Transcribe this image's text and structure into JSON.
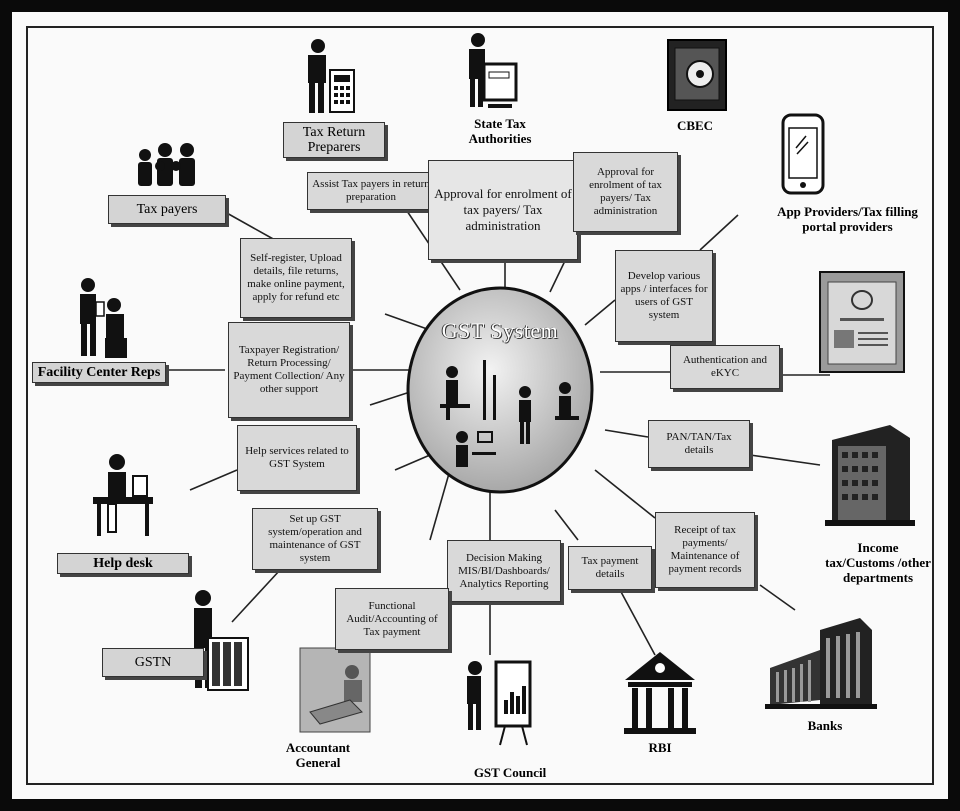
{
  "center": {
    "title": "GST System"
  },
  "stakeholders": {
    "tax_return_preparers": "Tax Return Preparers",
    "state_tax_authorities": "State Tax Authorities",
    "cbec": "CBEC",
    "app_providers": "App Providers/Tax filling portal providers",
    "tax_payers": "Tax payers",
    "facility_center_reps": "Facility Center Reps",
    "help_desk": "Help desk",
    "gstn": "GSTN",
    "accountant_general": "Accountant General",
    "gst_council": "GST Council",
    "rbi": "RBI",
    "banks": "Banks",
    "income_tax": "Income tax/Customs /other departments"
  },
  "flows": {
    "assist_tax_payers": "Assist Tax payers in return preparation",
    "approval_state": "Approval for enrolment of tax payers/ Tax administration",
    "approval_cbec": "Approval for enrolment of tax payers/ Tax administration",
    "self_register": "Self-register, Upload details, file returns, make online payment, apply for refund etc",
    "develop_apps": "Develop various apps / interfaces for users of GST system",
    "authentication": "Authentication and eKYC",
    "taxpayer_registration": "Taxpayer Registration/ Return Processing/ Payment Collection/ Any other support",
    "help_services": "Help services related to GST System",
    "pan_tan": "PAN/TAN/Tax details",
    "set_up_gst": "Set up GST system/operation and maintenance of GST system",
    "decision_making": "Decision Making MIS/BI/Dashboards/ Analytics Reporting",
    "functional_audit": "Functional Audit/Accounting of Tax payment",
    "tax_payment_details": "Tax payment details",
    "receipt_of_tax": "Receipt of tax payments/ Maintenance of payment records"
  },
  "icons": [
    "calculator-person-icon",
    "monitor-person-icon",
    "safe-icon",
    "smartphone-icon",
    "people-group-icon",
    "two-persons-icon",
    "aadhaar-card-icon",
    "desk-person-icon",
    "building-icon",
    "file-cabinet-person-icon",
    "accountant-icon",
    "presenter-chart-icon",
    "rbi-building-icon",
    "banks-building-icon"
  ],
  "colors": {
    "frame": "#0a0a0a",
    "box_fill": "#d9d9d9",
    "ellipse_fill": "#d0d0d0"
  }
}
